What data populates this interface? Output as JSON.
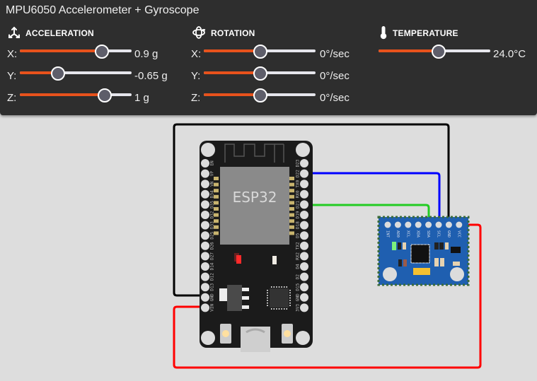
{
  "title": "MPU6050 Accelerometer + Gyroscope",
  "acceleration": {
    "heading": "ACCELERATION",
    "icon": "axes-icon",
    "unit_range": [
      -2,
      2
    ],
    "axes": [
      {
        "label": "X:",
        "value": 0.9,
        "display": "0.9 g"
      },
      {
        "label": "Y:",
        "value": -0.65,
        "display": "-0.65 g"
      },
      {
        "label": "Z:",
        "value": 1,
        "display": "1 g"
      }
    ]
  },
  "rotation": {
    "heading": "ROTATION",
    "icon": "gyro-icon",
    "unit_range": [
      -250,
      250
    ],
    "axes": [
      {
        "label": "X:",
        "value": 0,
        "display": "0°/sec"
      },
      {
        "label": "Y:",
        "value": 0,
        "display": "0°/sec"
      },
      {
        "label": "Z:",
        "value": 0,
        "display": "0°/sec"
      }
    ]
  },
  "temperature": {
    "heading": "TEMPERATURE",
    "icon": "thermometer-icon",
    "unit_range": [
      -40,
      80
    ],
    "value": 24.0,
    "display": "24.0°C"
  },
  "colors": {
    "accent": "#e8521c",
    "panel_bg": "#2e2e2e",
    "canvas_bg": "#dddddd",
    "wire_gnd": "#000000",
    "wire_vcc": "#ff0000",
    "wire_scl": "#0000ff",
    "wire_sda": "#22cc22"
  },
  "esp32": {
    "label": "ESP32",
    "left_pins": [
      "EN",
      "VP",
      "VN",
      "D34",
      "D35",
      "D32",
      "D33",
      "D25",
      "D26",
      "D27",
      "D14",
      "D12",
      "D13",
      "GND",
      "VIN"
    ],
    "right_pins": [
      "D23",
      "D22",
      "TX0",
      "RX0",
      "D21",
      "D19",
      "D18",
      "D5",
      "TX2",
      "RX2",
      "D4",
      "D2",
      "D15",
      "GND",
      "3V3"
    ]
  },
  "mpu6050": {
    "pins": [
      "INT",
      "AD0",
      "XCL",
      "XDA",
      "SDA",
      "SCL",
      "GND",
      "VCC"
    ]
  },
  "wires": [
    {
      "from": "ESP32.GND",
      "to": "MPU6050.GND",
      "color": "black"
    },
    {
      "from": "ESP32.VIN",
      "to": "MPU6050.VCC",
      "color": "red"
    },
    {
      "from": "ESP32.D22",
      "to": "MPU6050.SCL",
      "color": "blue"
    },
    {
      "from": "ESP32.D21",
      "to": "MPU6050.SDA",
      "color": "green"
    }
  ]
}
